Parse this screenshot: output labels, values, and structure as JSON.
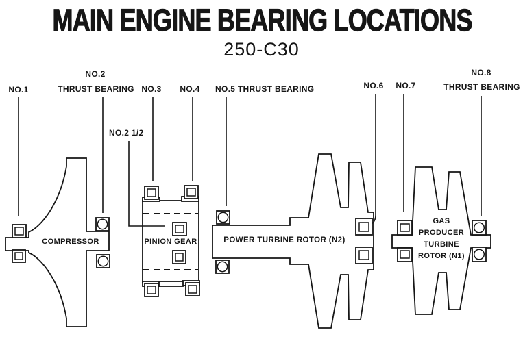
{
  "header": {
    "title": "MAIN ENGINE BEARING LOCATIONS",
    "subtitle": "250-C30"
  },
  "bearing_labels": {
    "no1": "NO.1",
    "no2_top": "NO.2",
    "no2_bottom": "THRUST BEARING",
    "no2_half": "NO.2 1/2",
    "no3": "NO.3",
    "no4": "NO.4",
    "no5": "NO.5 THRUST BEARING",
    "no6": "NO.6",
    "no7": "NO.7",
    "no8_top": "NO.8",
    "no8_bottom": "THRUST BEARING"
  },
  "components": {
    "compressor": "COMPRESSOR",
    "pinion_gear": "PINION GEAR",
    "power_turbine": "POWER TURBINE ROTOR (N2)",
    "gas_producer_lines": [
      "GAS",
      "PRODUCER",
      "TURBINE",
      "ROTOR (N1)"
    ]
  },
  "colors": {
    "ink": "#161616",
    "paper": "#ffffff"
  }
}
